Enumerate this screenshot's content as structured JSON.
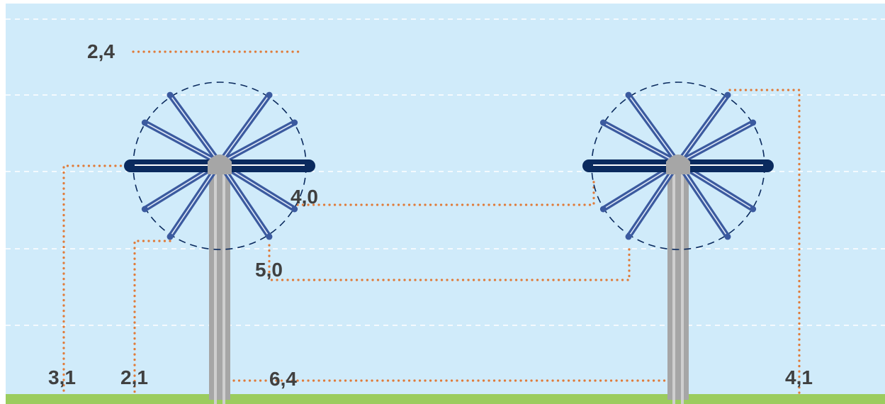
{
  "colors": {
    "sky": "#d0ebfa",
    "ground": "#9bcc5e",
    "pole": "#a6a6a6",
    "crossarm": "#0a2a5e",
    "blade": "#3b5a9f",
    "dimension_line": "#e07b39",
    "label_text": "#404040"
  },
  "labels": {
    "top_left_height": "2,4",
    "crossarm_left": "3,1",
    "blade_bottom_left": "2,1",
    "crossarm_span": "4,0",
    "blade_tip_span": "5,0",
    "pole_spacing": "6,4",
    "right_blade_top": "4,1"
  }
}
